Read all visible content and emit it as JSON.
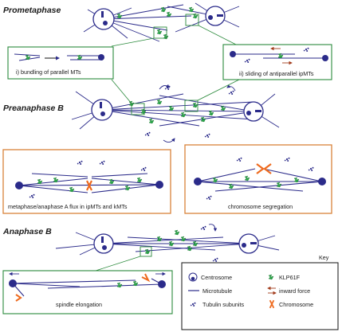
{
  "stages": {
    "prometaphase": "Prometaphase",
    "preanaphase_b": "Preanaphase B",
    "anaphase_b": "Anaphase B"
  },
  "insets": {
    "bundling": "i) bundling of parallel MTs",
    "sliding": "ii) sliding of antiparallel ipMTs",
    "flux": "metaphase/anaphase A flux in ipMTs and kMTs",
    "segregation": "chromosome segregation",
    "elongation": "spindle elongation"
  },
  "key": {
    "title": "Key",
    "items": [
      {
        "label": "Centrosome",
        "icon": "centrosome-icon"
      },
      {
        "label": "KLP61F",
        "icon": "klp61f-icon"
      },
      {
        "label": "Microtubule",
        "icon": "microtubule-icon"
      },
      {
        "label": "inward force",
        "icon": "inward-force-icon"
      },
      {
        "label": "Tubulin subunits",
        "icon": "tubulin-icon"
      },
      {
        "label": "Chromosome",
        "icon": "chromosome-icon"
      }
    ]
  },
  "colors": {
    "microtubule": "#2b2b8a",
    "klp61f": "#2aa84a",
    "chromosome": "#ee6a1e",
    "inward_force": "#a23b1b",
    "green_box": "#2b8a3c",
    "orange_box": "#d9823a"
  }
}
